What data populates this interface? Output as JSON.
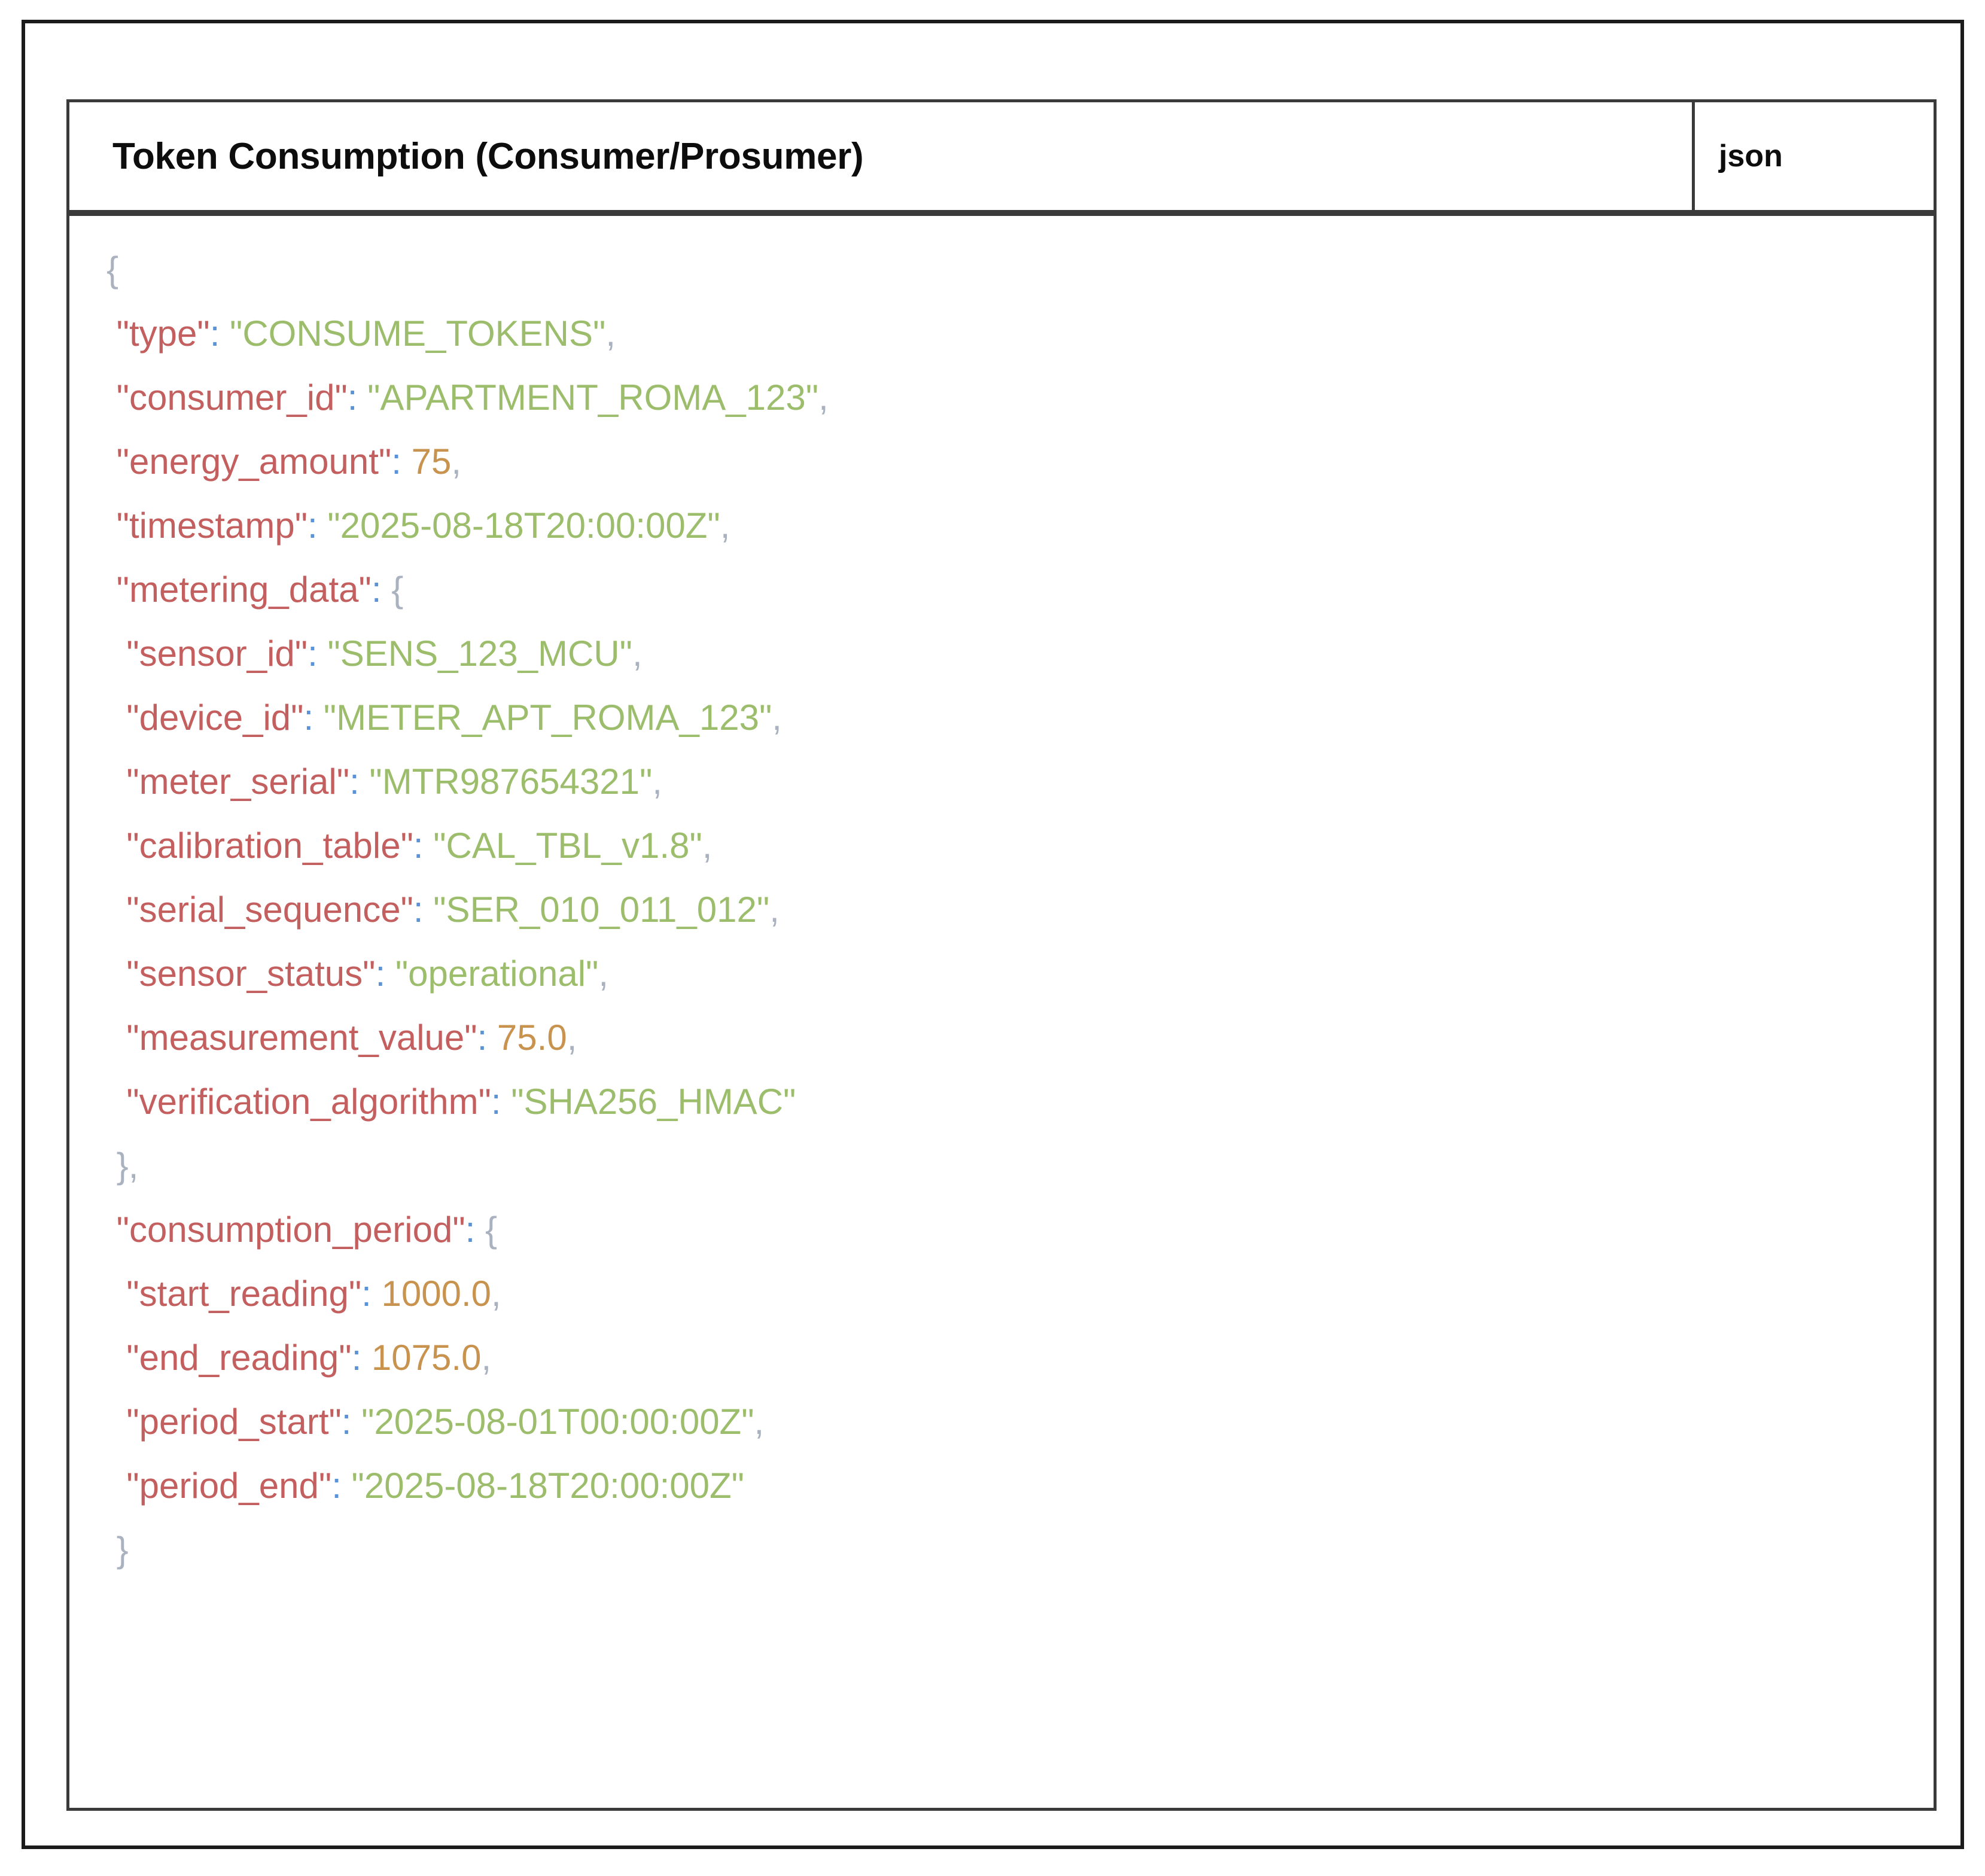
{
  "card": {
    "header": {
      "title": "Token Consumption (Consumer/Prosumer)",
      "language": "json"
    }
  },
  "code": {
    "language": "json",
    "lines": [
      {
        "indent": 0,
        "tokens": [
          {
            "t": "punct",
            "v": "{"
          }
        ]
      },
      {
        "indent": 1,
        "tokens": [
          {
            "t": "key",
            "v": "\"type\""
          },
          {
            "t": "colon",
            "v": ":"
          },
          {
            "t": "string",
            "v": " \"CONSUME_TOKENS\""
          },
          {
            "t": "punct",
            "v": ","
          }
        ]
      },
      {
        "indent": 1,
        "tokens": [
          {
            "t": "key",
            "v": "\"consumer_id\""
          },
          {
            "t": "colon",
            "v": ":"
          },
          {
            "t": "string",
            "v": " \"APARTMENT_ROMA_123\""
          },
          {
            "t": "punct",
            "v": ","
          }
        ]
      },
      {
        "indent": 1,
        "tokens": [
          {
            "t": "key",
            "v": "\"energy_amount\""
          },
          {
            "t": "colon",
            "v": ":"
          },
          {
            "t": "number",
            "v": " 75"
          },
          {
            "t": "punct",
            "v": ","
          }
        ]
      },
      {
        "indent": 1,
        "tokens": [
          {
            "t": "key",
            "v": "\"timestamp\""
          },
          {
            "t": "colon",
            "v": ":"
          },
          {
            "t": "string",
            "v": " \"2025-08-18T20:00:00Z\""
          },
          {
            "t": "punct",
            "v": ","
          }
        ]
      },
      {
        "indent": 1,
        "tokens": [
          {
            "t": "key",
            "v": "\"metering_data\""
          },
          {
            "t": "colon",
            "v": ":"
          },
          {
            "t": "punct",
            "v": " {"
          }
        ]
      },
      {
        "indent": 2,
        "tokens": [
          {
            "t": "key",
            "v": "\"sensor_id\""
          },
          {
            "t": "colon",
            "v": ":"
          },
          {
            "t": "string",
            "v": " \"SENS_123_MCU\""
          },
          {
            "t": "punct",
            "v": ","
          }
        ]
      },
      {
        "indent": 2,
        "tokens": [
          {
            "t": "key",
            "v": "\"device_id\""
          },
          {
            "t": "colon",
            "v": ":"
          },
          {
            "t": "string",
            "v": " \"METER_APT_ROMA_123\""
          },
          {
            "t": "punct",
            "v": ","
          }
        ]
      },
      {
        "indent": 2,
        "tokens": [
          {
            "t": "key",
            "v": "\"meter_serial\""
          },
          {
            "t": "colon",
            "v": ":"
          },
          {
            "t": "string",
            "v": " \"MTR987654321\""
          },
          {
            "t": "punct",
            "v": ","
          }
        ]
      },
      {
        "indent": 2,
        "tokens": [
          {
            "t": "key",
            "v": "\"calibration_table\""
          },
          {
            "t": "colon",
            "v": ":"
          },
          {
            "t": "string",
            "v": " \"CAL_TBL_v1.8\""
          },
          {
            "t": "punct",
            "v": ","
          }
        ]
      },
      {
        "indent": 2,
        "tokens": [
          {
            "t": "key",
            "v": "\"serial_sequence\""
          },
          {
            "t": "colon",
            "v": ":"
          },
          {
            "t": "string",
            "v": " \"SER_010_011_012\""
          },
          {
            "t": "punct",
            "v": ","
          }
        ]
      },
      {
        "indent": 2,
        "tokens": [
          {
            "t": "key",
            "v": "\"sensor_status\""
          },
          {
            "t": "colon",
            "v": ":"
          },
          {
            "t": "string",
            "v": " \"operational\""
          },
          {
            "t": "punct",
            "v": ","
          }
        ]
      },
      {
        "indent": 2,
        "tokens": [
          {
            "t": "key",
            "v": "\"measurement_value\""
          },
          {
            "t": "colon",
            "v": ":"
          },
          {
            "t": "number",
            "v": " 75.0"
          },
          {
            "t": "punct",
            "v": ","
          }
        ]
      },
      {
        "indent": 2,
        "tokens": [
          {
            "t": "key",
            "v": "\"verification_algorithm\""
          },
          {
            "t": "colon",
            "v": ":"
          },
          {
            "t": "string",
            "v": " \"SHA256_HMAC\""
          }
        ]
      },
      {
        "indent": 1,
        "tokens": [
          {
            "t": "punct",
            "v": "},"
          }
        ]
      },
      {
        "indent": 1,
        "tokens": [
          {
            "t": "key",
            "v": "\"consumption_period\""
          },
          {
            "t": "colon",
            "v": ":"
          },
          {
            "t": "punct",
            "v": " {"
          }
        ]
      },
      {
        "indent": 2,
        "tokens": [
          {
            "t": "key",
            "v": "\"start_reading\""
          },
          {
            "t": "colon",
            "v": ":"
          },
          {
            "t": "number",
            "v": " 1000.0"
          },
          {
            "t": "punct",
            "v": ","
          }
        ]
      },
      {
        "indent": 2,
        "tokens": [
          {
            "t": "key",
            "v": "\"end_reading\""
          },
          {
            "t": "colon",
            "v": ":"
          },
          {
            "t": "number",
            "v": " 1075.0"
          },
          {
            "t": "punct",
            "v": ","
          }
        ]
      },
      {
        "indent": 2,
        "tokens": [
          {
            "t": "key",
            "v": "\"period_start\""
          },
          {
            "t": "colon",
            "v": ":"
          },
          {
            "t": "string",
            "v": " \"2025-08-01T00:00:00Z\""
          },
          {
            "t": "punct",
            "v": ","
          }
        ]
      },
      {
        "indent": 2,
        "tokens": [
          {
            "t": "key",
            "v": "\"period_end\""
          },
          {
            "t": "colon",
            "v": ":"
          },
          {
            "t": "string",
            "v": " \"2025-08-18T20:00:00Z\""
          }
        ]
      },
      {
        "indent": 1,
        "tokens": [
          {
            "t": "punct",
            "v": "}"
          }
        ]
      }
    ]
  },
  "colors": {
    "key": "#c45f5f",
    "string": "#9cbd6b",
    "number": "#c8934f",
    "colon": "#5b93d6",
    "punctuation": "#aab2c0",
    "border": "#3a3a3a",
    "outer_border": "#1b1b1b",
    "text": "#0d0d0d",
    "background": "#ffffff"
  }
}
